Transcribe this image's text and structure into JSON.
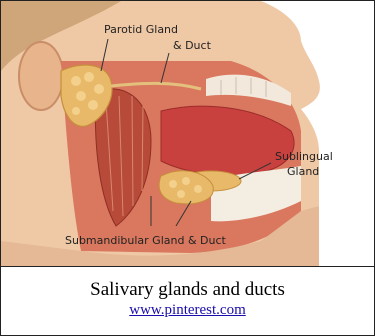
{
  "figure": {
    "labels": {
      "parotid": "Parotid Gland",
      "parotid_duct": "& Duct",
      "sublingual_line1": "Sublingual",
      "sublingual_line2": "Gland",
      "submandibular": "Submandibular Gland & Duct"
    },
    "caption": "Salivary glands and ducts",
    "source_link": "www.pinterest.com"
  },
  "colors": {
    "skin": "#efc9a6",
    "muscle": "#b84a3a",
    "gland": "#e9b96a",
    "tongue": "#c9413f",
    "link": "#1a0dab"
  }
}
